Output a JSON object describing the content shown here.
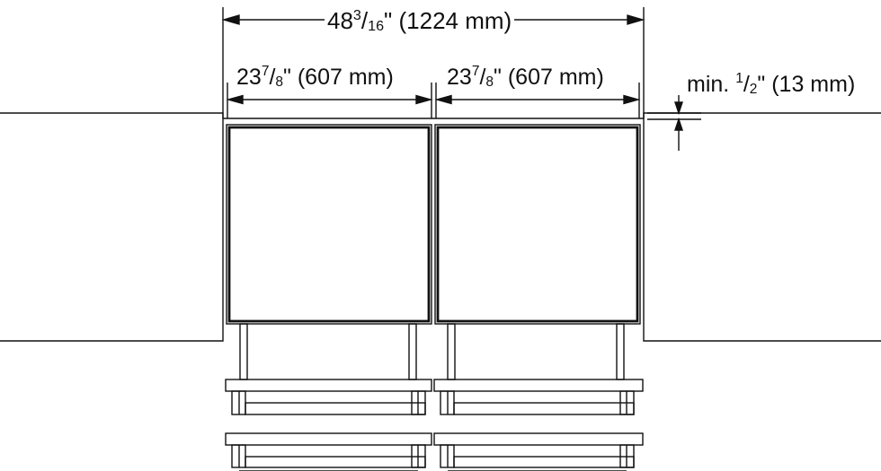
{
  "dimensions": {
    "total": {
      "whole": "48",
      "num": "3",
      "den": "16",
      "rest": "\" (1224 mm)"
    },
    "left_width": {
      "whole": "23",
      "num": "7",
      "den": "8",
      "rest": "\" (607 mm)"
    },
    "right_width": {
      "whole": "23",
      "num": "7",
      "den": "8",
      "rest": "\" (607 mm)"
    },
    "min_gap": {
      "prefix": "min. ",
      "num": "1",
      "den": "2",
      "rest": "\" (13 mm)"
    }
  },
  "colors": {
    "line": "#111111",
    "background": "#ffffff"
  }
}
